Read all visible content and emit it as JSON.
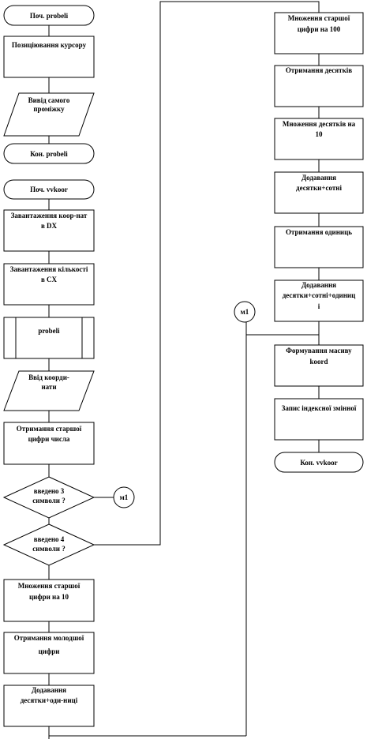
{
  "left": {
    "start_probeli": "Поч. probeli",
    "cursor_position": "Позиціювання курсору",
    "output_space": [
      "Вивід самого",
      "проміжку"
    ],
    "end_probeli": "Кон. probeli",
    "start_vvkoor": "Поч. vvkoor",
    "load_coords": [
      "Завантаження коор-нат",
      "в DX"
    ],
    "load_count": [
      "Завантаження кількості",
      "в CX"
    ],
    "call_probeli": "probeli",
    "input_coords": [
      "Ввід коорди-",
      "нати"
    ],
    "get_high_digit": [
      "Отримання старшої",
      "цифри числа"
    ],
    "dec_3": [
      "введено 3",
      "символи ?"
    ],
    "dec_4": [
      "введено 4",
      "символи ?"
    ],
    "multiply_10": [
      "Множення старшої",
      "цифри на 10"
    ],
    "get_low_digit": [
      "Отримання молодшої",
      "цифри"
    ],
    "add_tens_units": [
      "Додавання",
      "десятки+оди-ниці"
    ]
  },
  "connectors": {
    "m1_left": "м1",
    "m1_right": "м1"
  },
  "right": {
    "multiply_100": [
      "Множення старшої",
      "цифри на 100"
    ],
    "get_tens": "Отримання десятків",
    "multiply_tens_10": [
      "Множення десятків на",
      "10"
    ],
    "add_tens_hundreds": [
      "Додавання",
      "десятки+сотні"
    ],
    "get_units": "Отримання одиниць",
    "add_all": [
      "Додавання",
      "десятки+сотні+одиниц",
      "і"
    ],
    "form_array": [
      "Формування масиву",
      "koord"
    ],
    "write_index": "Запис індексної змінної",
    "end_vvkoor": "Кон. vvkoor"
  }
}
